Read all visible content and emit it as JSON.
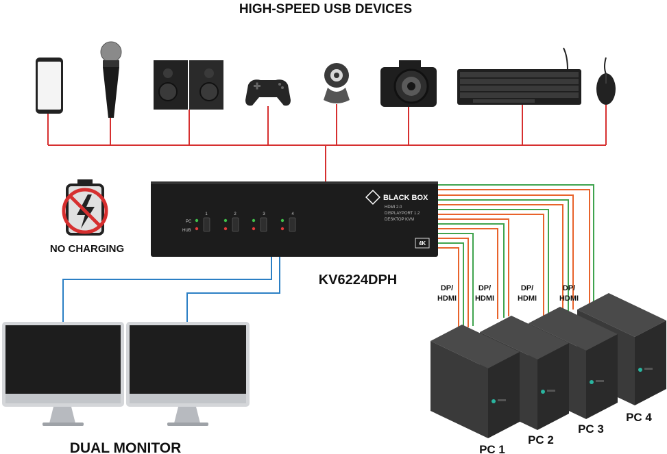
{
  "title": "HIGH-SPEED USB DEVICES",
  "usb_devices": [
    {
      "icon": "smartphone-icon"
    },
    {
      "icon": "microphone-icon"
    },
    {
      "icon": "speakers-icon"
    },
    {
      "icon": "gamepad-icon"
    },
    {
      "icon": "webcam-icon"
    },
    {
      "icon": "camera-icon"
    },
    {
      "icon": "keyboard-icon"
    },
    {
      "icon": "mouse-icon"
    }
  ],
  "no_charging_label": "NO CHARGING",
  "kvm": {
    "brand": "BLACK BOX",
    "spec_lines": [
      "HDMI 2.0",
      "DISPLAYPORT 1.2",
      "DESKTOP KVM"
    ],
    "badge": "4K",
    "row_labels": [
      "PC",
      "HUB"
    ],
    "port_numbers": [
      "1",
      "2",
      "3",
      "4"
    ],
    "model": "KV6224DPH"
  },
  "connection_labels": [
    "DP/\nHDMI",
    "DP/\nHDMI",
    "DP/\nHDMI",
    "DP/\nHDMI"
  ],
  "monitors_label": "DUAL MONITOR",
  "pcs": [
    "PC 1",
    "PC 2",
    "PC 3",
    "PC 4"
  ],
  "colors": {
    "usb_line": "#d62f2f",
    "video_out": "#2b7fc4",
    "cable_orange": "#e8632b",
    "cable_green": "#3fa34d",
    "kvm_body": "#1c1c1c"
  }
}
